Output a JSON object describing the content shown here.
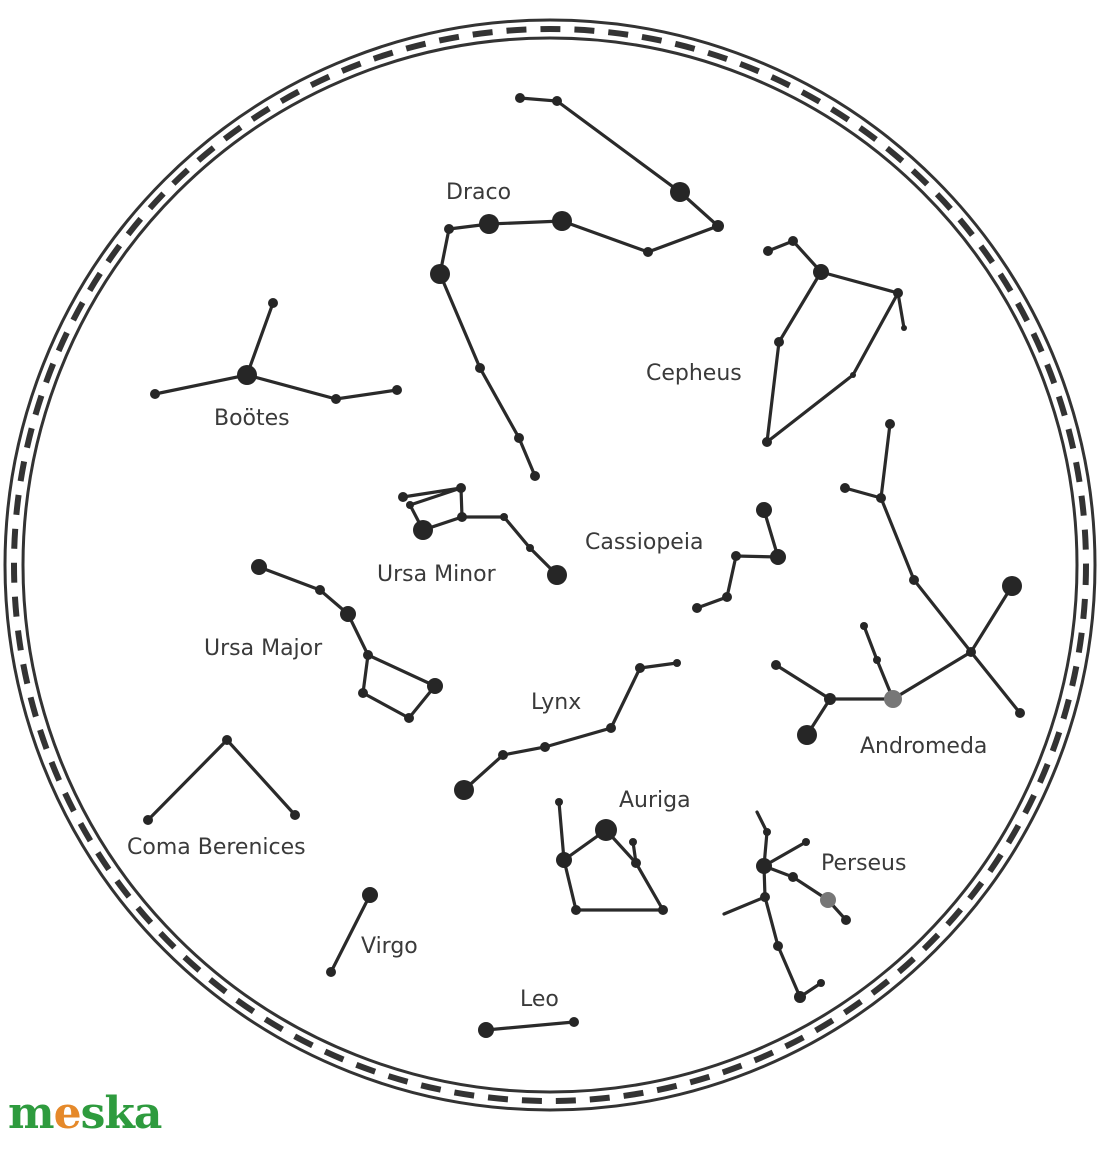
{
  "constellations": [
    {
      "key": "draco",
      "label": "Draco"
    },
    {
      "key": "cepheus",
      "label": "Cepheus"
    },
    {
      "key": "bootes",
      "label": "Boötes"
    },
    {
      "key": "ursa_minor",
      "label": "Ursa Minor"
    },
    {
      "key": "cassiopeia",
      "label": "Cassiopeia"
    },
    {
      "key": "ursa_major",
      "label": "Ursa Major"
    },
    {
      "key": "lynx",
      "label": "Lynx"
    },
    {
      "key": "andromeda",
      "label": "Andromeda"
    },
    {
      "key": "auriga",
      "label": "Auriga"
    },
    {
      "key": "coma_berenices",
      "label": "Coma Berenices"
    },
    {
      "key": "perseus",
      "label": "Perseus"
    },
    {
      "key": "virgo",
      "label": "Virgo"
    },
    {
      "key": "leo",
      "label": "Leo"
    }
  ],
  "brand": {
    "part1": "m",
    "part2": "e",
    "part3": "ska"
  },
  "colors": {
    "ink": "#262626",
    "brand_green": "#2e9b3e",
    "brand_orange": "#e5892a"
  }
}
